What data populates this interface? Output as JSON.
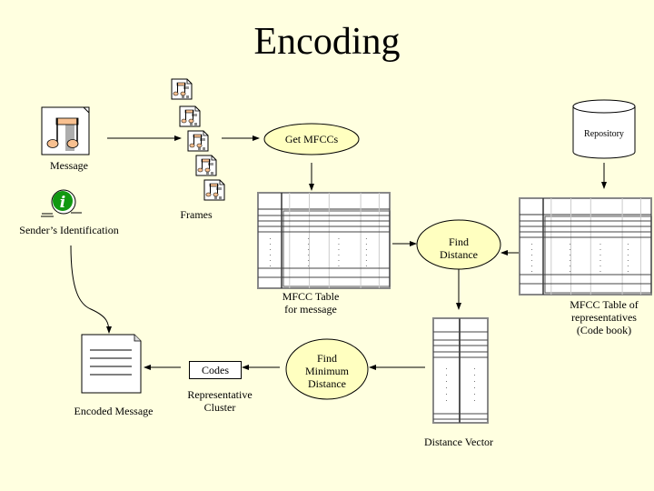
{
  "title": "Encoding",
  "nodes": {
    "message": {
      "label": "Message",
      "icon": "music-file-icon"
    },
    "sender_identification": {
      "label": "Sender’s Identification",
      "icon": "info-icon"
    },
    "frames": {
      "label": "Frames",
      "count": 5,
      "icon": "music-file-icon"
    },
    "get_mfccs": {
      "label": "Get MFCCs"
    },
    "repository": {
      "label": "Repository"
    },
    "mfcc_table_message": {
      "label_line1": "MFCC Table",
      "label_line2": "for message"
    },
    "mfcc_table_representatives": {
      "label_line1": "MFCC Table of",
      "label_line2": "representatives",
      "label_line3": "(Code book)"
    },
    "find_distance": {
      "label_line1": "Find",
      "label_line2": "Distance"
    },
    "distance_vector": {
      "label": "Distance Vector"
    },
    "find_minimum_distance": {
      "label_line1": "Find",
      "label_line2": "Minimum",
      "label_line3": "Distance"
    },
    "codes": {
      "label": "Codes"
    },
    "representative_cluster": {
      "label_line1": "Representative",
      "label_line2": "Cluster"
    },
    "encoded_message": {
      "label": "Encoded Message"
    }
  },
  "colors": {
    "background": "#ffffe0",
    "ellipse_fill": "#ffffc0",
    "info_green": "#119911",
    "note_orange": "#f8c090"
  }
}
